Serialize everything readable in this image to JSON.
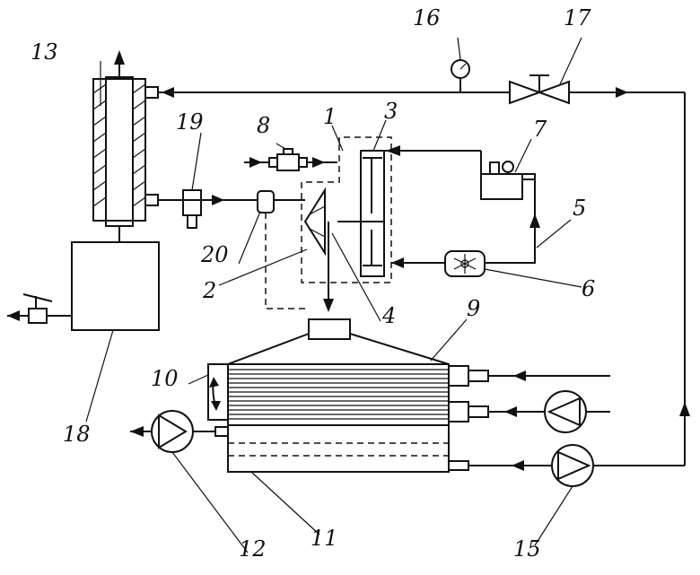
{
  "labels": {
    "l1": "1",
    "l2": "2",
    "l3": "3",
    "l4": "4",
    "l5": "5",
    "l6": "6",
    "l7": "7",
    "l8": "8",
    "l9": "9",
    "l10": "10",
    "l11": "11",
    "l12": "12",
    "l13": "13",
    "l15": "15",
    "l16": "16",
    "l17": "17",
    "l18": "18",
    "l19": "19",
    "l20": "20"
  },
  "colors": {
    "line": "#111111",
    "background": "#ffffff"
  }
}
